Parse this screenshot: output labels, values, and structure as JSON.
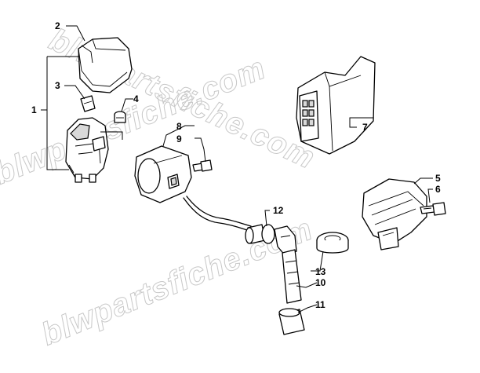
{
  "watermark": "blwpartsfiche.com",
  "callouts": {
    "c1": "1",
    "c2": "2",
    "c3": "3",
    "c4": "4",
    "c5": "5",
    "c6": "6",
    "c7": "7",
    "c8": "8",
    "c9": "9",
    "c10": "10",
    "c11": "11",
    "c12": "12",
    "c13": "13"
  }
}
